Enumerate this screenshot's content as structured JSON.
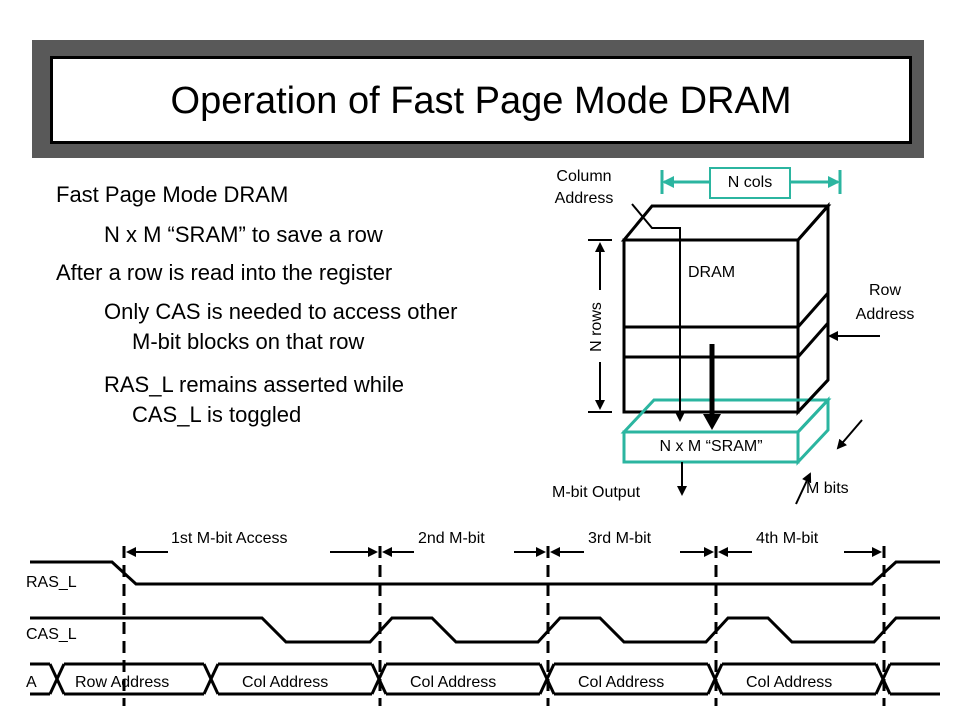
{
  "title": "Operation of Fast Page Mode DRAM",
  "bullets": {
    "b1": "Fast Page Mode DRAM",
    "b1a": "N x M “SRAM” to save a row",
    "b2": "After a row is read into the register",
    "b2a_1": "Only CAS is needed to access other",
    "b2a_2": "M-bit blocks on that row",
    "b2b_1": "RAS_L remains asserted while",
    "b2b_2": "CAS_L is toggled"
  },
  "diagram": {
    "column_address_1": "Column",
    "column_address_2": "Address",
    "n_cols": "N cols",
    "dram": "DRAM",
    "row_address_1": "Row",
    "row_address_2": "Address",
    "n_rows": "N rows",
    "sram": "N x M “SRAM”",
    "m_bit_output": "M-bit Output",
    "m_bits": "M bits",
    "accent_color": "#2bb5a0"
  },
  "timing": {
    "access_labels": [
      "1st M-bit Access",
      "2nd M-bit",
      "3rd M-bit",
      "4th M-bit"
    ],
    "signals": [
      "RAS_L",
      "CAS_L",
      "A"
    ],
    "address_labels": [
      "Row Address",
      "Col Address",
      "Col Address",
      "Col Address",
      "Col Address"
    ]
  }
}
